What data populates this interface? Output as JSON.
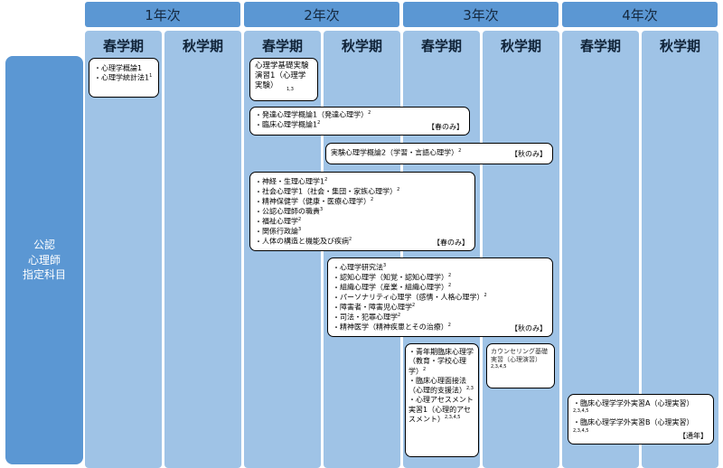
{
  "years": [
    "1年次",
    "2年次",
    "3年次",
    "4年次"
  ],
  "semesters": [
    "春学期",
    "秋学期",
    "春学期",
    "秋学期",
    "春学期",
    "秋学期",
    "春学期",
    "秋学期"
  ],
  "side_label": "公認\n心理師\n指定科目",
  "boxes": {
    "b1": [
      "心理学概論1",
      "心理学統計法1"
    ],
    "b1_sup": [
      "",
      "1"
    ],
    "b2_text": "心理学基礎実験演習1（心理学実験）",
    "b2_sup": "1,3",
    "b3": [
      "発達心理学概論1（発達心理学）",
      "臨床心理学概論1"
    ],
    "b3_sup": [
      "2",
      "2"
    ],
    "b3_tag": "【春のみ】",
    "b4_text": "実験心理学概論2（学習・言語心理学）",
    "b4_sup": "2",
    "b4_tag": "【秋のみ】",
    "b5": [
      "神経・生理心理学1",
      "社会心理学1（社会・集団・家族心理学）",
      "精神保健学（健康・医療心理学）",
      "公認心理師の職責",
      "福祉心理学",
      "関係行政論",
      "人体の構造と機能及び疾病"
    ],
    "b5_sup": [
      "2",
      "2",
      "2",
      "3",
      "2",
      "3",
      "2"
    ],
    "b5_tag": "【春のみ】",
    "b6": [
      "心理学研究法",
      "認知心理学（知覚・認知心理学）",
      "組織心理学（産業・組織心理学）",
      "パーソナリティ心理学（感情・人格心理学）",
      "障害者・障害児心理学",
      "司法・犯罪心理学",
      "精神医学（精神疾患とその治療）"
    ],
    "b6_sup": [
      "3",
      "2",
      "2",
      "2",
      "2",
      "2",
      "2"
    ],
    "b6_tag": "【秋のみ】",
    "b7": [
      "青年期臨床心理学（教育・学校心理学）",
      "臨床心理面接法（心理的支援法）",
      "心理アセスメント実習1（心理的アセスメント）"
    ],
    "b7_sup": [
      "2",
      "2,3",
      "2,3,4,5"
    ],
    "b8_text": "カウンセリング基礎実習（心理演習）",
    "b8_sup": "2,3,4,5",
    "b9": [
      "臨床心理学学外実習A（心理実習）",
      "臨床心理学学外実習B（心理実習）"
    ],
    "b9_sup": [
      "2,3,4,5",
      "2,3,4,5"
    ],
    "b9_tag": "【通年】"
  }
}
